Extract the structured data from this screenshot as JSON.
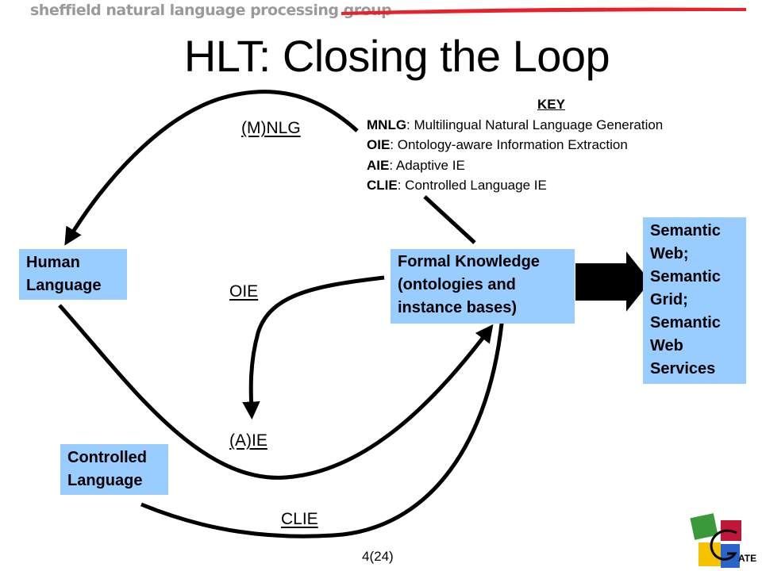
{
  "header": {
    "brand": "sheffield natural language processing group"
  },
  "title": "HLT: Closing the Loop",
  "boxes": {
    "human_language": [
      "Human",
      "Language"
    ],
    "formal_knowledge": [
      "Formal Knowledge",
      "(ontologies and",
      "instance bases)"
    ],
    "semantic": [
      "Semantic",
      "Web;",
      "Semantic",
      "Grid;",
      "Semantic",
      "Web",
      "Services"
    ],
    "controlled_language": [
      "Controlled",
      "Language"
    ]
  },
  "arrow_labels": {
    "mnlg": "(M)NLG",
    "oie": "OIE",
    "aie": "(A)IE",
    "clie": "CLIE"
  },
  "key": {
    "title": "KEY",
    "entries": [
      {
        "abbr": "MNLG",
        "desc": ": Multilingual Natural Language Generation"
      },
      {
        "abbr": "OIE",
        "desc": ": Ontology-aware Information Extraction"
      },
      {
        "abbr": "AIE",
        "desc": ": Adaptive IE"
      },
      {
        "abbr": "CLIE",
        "desc": ": Controlled Language IE"
      }
    ]
  },
  "footer": {
    "page": "4(24)"
  },
  "logo": {
    "text": "ATE"
  },
  "colors": {
    "box": "#99ccff",
    "header_bar": "#e8222a"
  }
}
